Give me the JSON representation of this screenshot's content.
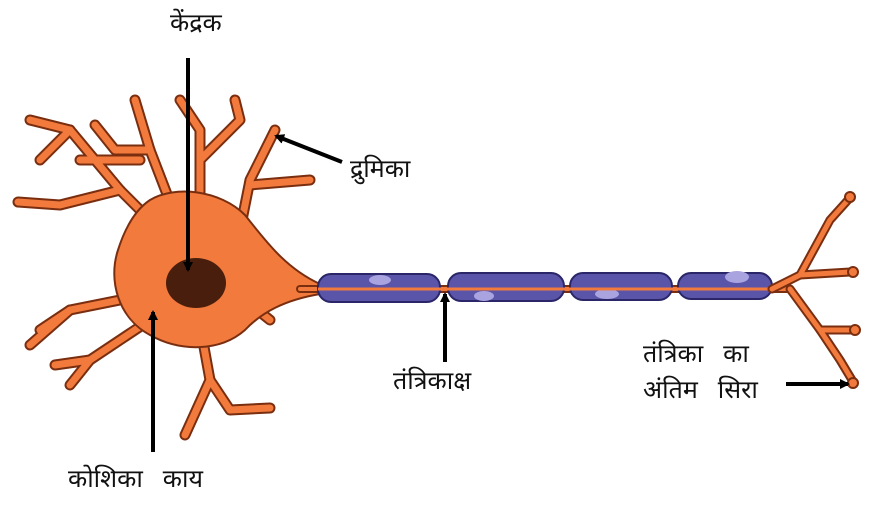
{
  "labels": {
    "nucleus": "केंद्रक",
    "dendrite": "द्रुमिका",
    "axon": "तंत्रिकाक्ष",
    "nerve_ending_line1": "तंत्रिका का",
    "nerve_ending_line2": "अंतिम सिरा",
    "cell_body": "कोशिका काय"
  },
  "colors": {
    "cell_body": "#f27a3c",
    "outline": "#7a2e10",
    "nucleus": "#4a1e0c",
    "myelin": "#5a55a8",
    "myelin_outline": "#2a2668",
    "node_spot": "#a9a4e0",
    "arrow": "#000000"
  }
}
